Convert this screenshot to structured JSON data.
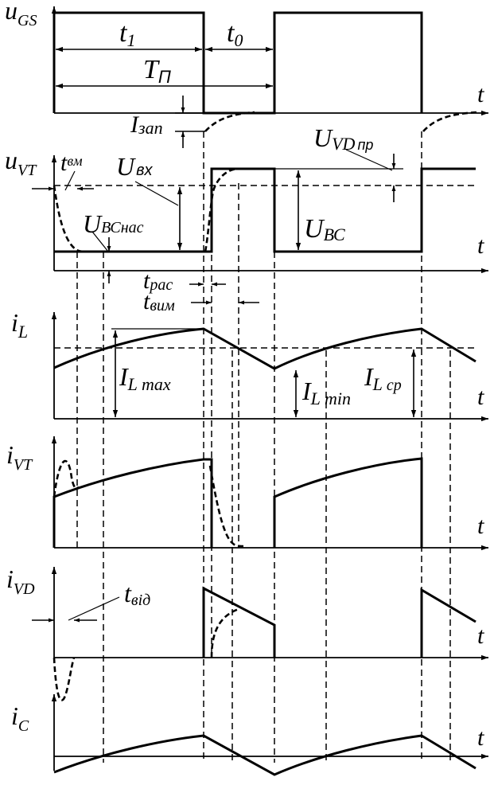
{
  "colors": {
    "ink": "#000000",
    "background": "#ffffff"
  },
  "axis_label": "t",
  "panels": {
    "ugs": {
      "sym": "u",
      "sub": "GS"
    },
    "uvt": {
      "sym": "u",
      "sub": "VT"
    },
    "il": {
      "sym": "i",
      "sub": "L"
    },
    "ivt": {
      "sym": "i",
      "sub": "VT"
    },
    "ivd": {
      "sym": "i",
      "sub": "VD"
    },
    "ic": {
      "sym": "i",
      "sub": "C"
    }
  },
  "annotations": {
    "t1": {
      "sym": "t",
      "sub": "1"
    },
    "t0": {
      "sym": "t",
      "sub": "0"
    },
    "Tp": {
      "sym": "T",
      "sub": "П"
    },
    "Izan": {
      "sym": "I",
      "sub": "зап"
    },
    "Uvdpr": {
      "sym": "U",
      "sub1": "VD",
      "sub2": "пр"
    },
    "tvm": {
      "sym": "t",
      "sub": "вм"
    },
    "Uvx": {
      "sym": "U",
      "sub": "вх"
    },
    "Uvcnas": {
      "sym": "U",
      "sub1": "ВС",
      "sub2": "нас"
    },
    "Uvc": {
      "sym": "U",
      "sub": "ВС"
    },
    "tras": {
      "sym": "t",
      "sub": "рас"
    },
    "tvim": {
      "sym": "t",
      "sub": "вим"
    },
    "ILmax": {
      "sym": "I",
      "sub": "L max"
    },
    "ILmin": {
      "sym": "I",
      "sub": "L min"
    },
    "ILsr": {
      "sym": "I",
      "sub1": "L",
      "sub2": "ср"
    },
    "tvid": {
      "sym": "t",
      "sub": "від"
    }
  }
}
